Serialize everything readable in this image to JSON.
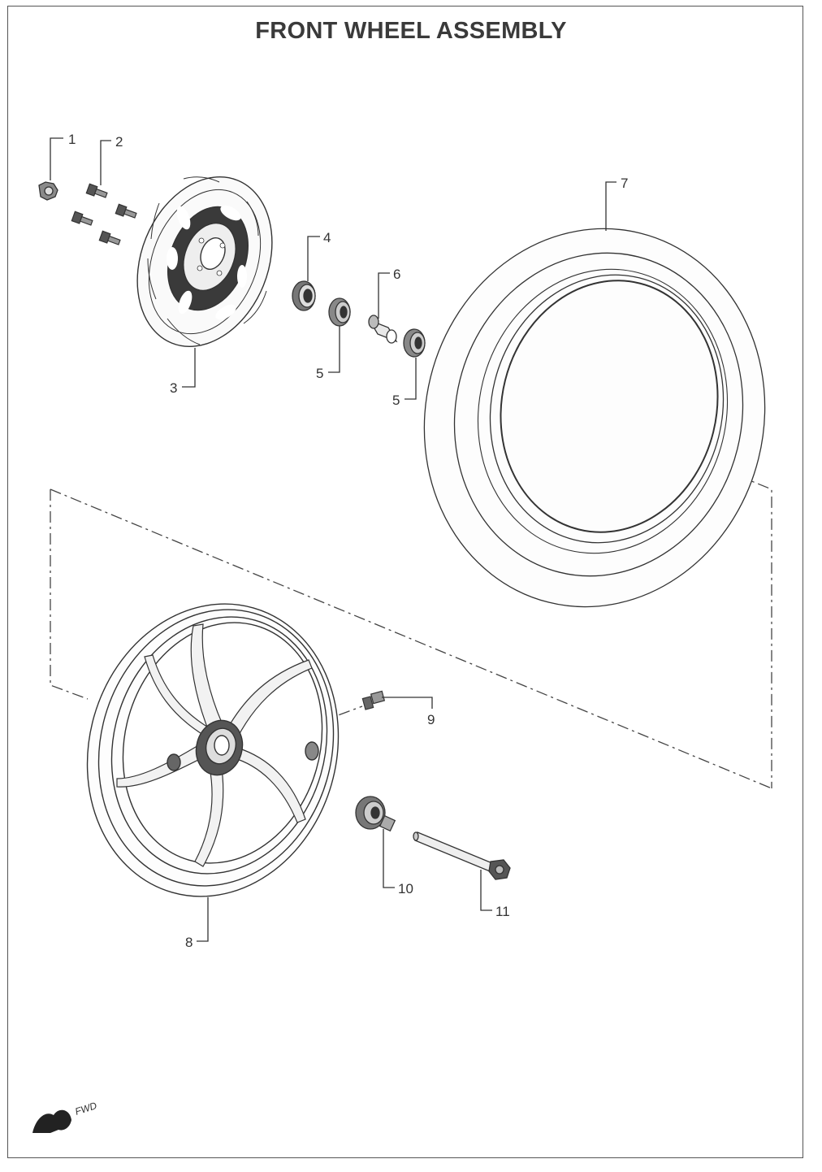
{
  "title": "FRONT WHEEL ASSEMBLY",
  "fwd_label": "FWD",
  "callouts": [
    {
      "id": "1",
      "part": "nut"
    },
    {
      "id": "2",
      "part": "disc-bolt"
    },
    {
      "id": "3",
      "part": "brake-disc"
    },
    {
      "id": "4",
      "part": "oil-seal"
    },
    {
      "id": "5",
      "part": "bearing"
    },
    {
      "id": "5",
      "part": "bearing"
    },
    {
      "id": "6",
      "part": "distance-collar"
    },
    {
      "id": "7",
      "part": "tire"
    },
    {
      "id": "8",
      "part": "wheel-rim"
    },
    {
      "id": "9",
      "part": "valve"
    },
    {
      "id": "10",
      "part": "speedometer-gear"
    },
    {
      "id": "11",
      "part": "axle"
    }
  ],
  "colors": {
    "line": "#333333",
    "frame": "#555555",
    "title": "#3a3a3a"
  }
}
